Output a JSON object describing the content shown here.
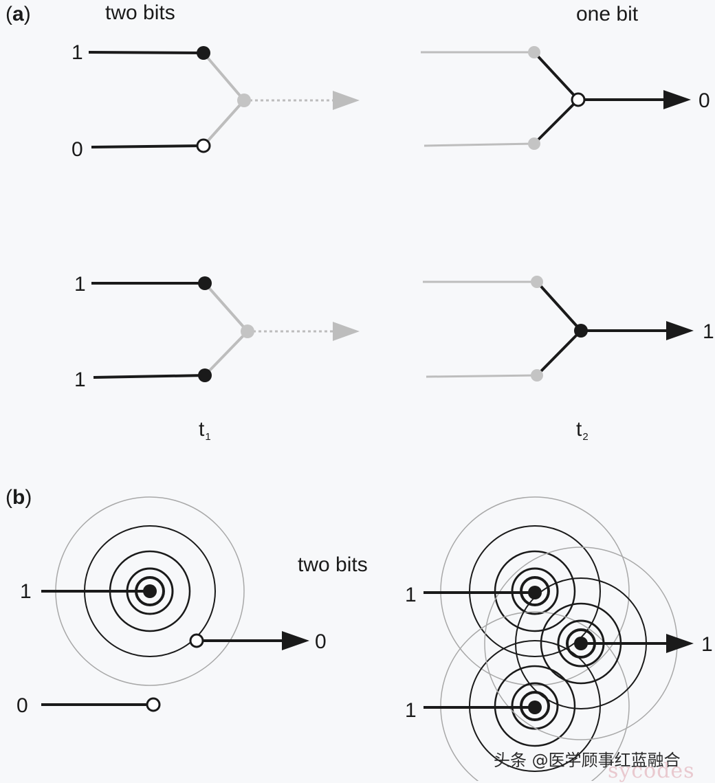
{
  "panel_a": {
    "tag": "a",
    "left_title": "two bits",
    "right_title": "one bit",
    "rows": [
      {
        "inputs": [
          "1",
          "0"
        ],
        "output": "0"
      },
      {
        "inputs": [
          "1",
          "1"
        ],
        "output": "1"
      }
    ],
    "time_left": "t",
    "time_left_sub": "1",
    "time_right": "t",
    "time_right_sub": "2"
  },
  "panel_b": {
    "tag": "b",
    "center_label": "two bits",
    "left_inputs": [
      "1",
      "0"
    ],
    "left_output": "0",
    "right_inputs": [
      "1",
      "1"
    ],
    "right_output": "1"
  },
  "watermark": {
    "text": "头条 @医学顾事红蓝融合",
    "secondary": "sycodes"
  },
  "colors": {
    "black": "#1a1a1a",
    "gray": "#bdbdbd",
    "ring_thin": "#9a9a9a"
  }
}
